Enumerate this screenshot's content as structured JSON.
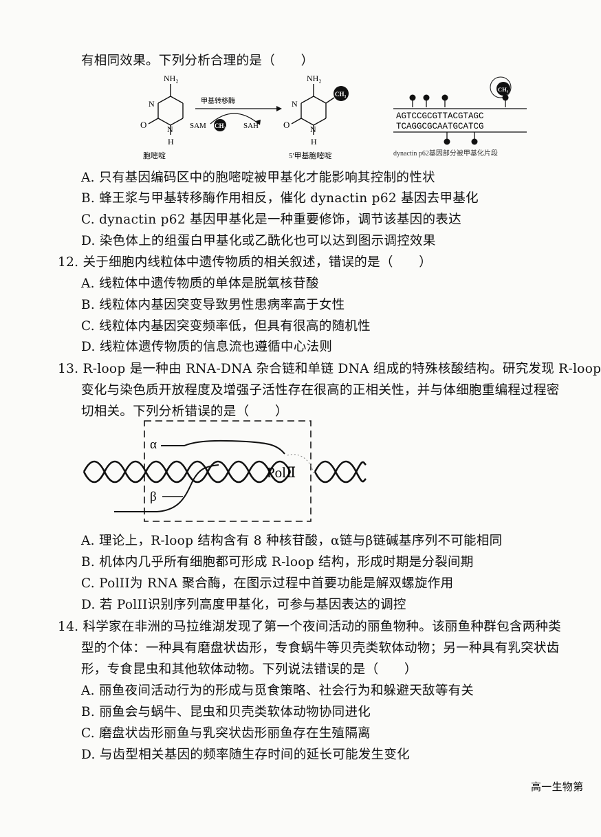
{
  "q11": {
    "stem_end": "有相同效果。下列分析合理的是（　　）",
    "figure": {
      "nh2_left": "NH₂",
      "nh2_right": "NH₂",
      "o_left": "O",
      "o_right": "O",
      "n_labels": [
        "N",
        "N",
        "N",
        "N"
      ],
      "h_left": "H",
      "h_right": "H",
      "enzyme": "甲基转移酶",
      "sam": "SAM",
      "sah": "SAH",
      "ch3": "CH₃",
      "caption_left": "胞嘧啶",
      "caption_mid": "5'甲基胞嘧啶",
      "dna_top": "AGTCCGCGTTACGTAGC",
      "dna_bottom": "TCAGGCGCAATGCATCG",
      "caption_right": "dynactin p62基因部分被甲基化片段"
    },
    "options": [
      "A. 只有基因编码区中的胞嘧啶被甲基化才能影响其控制的性状",
      "B. 蜂王浆与甲基转移酶作用相反，催化 dynactin p62 基因去甲基化",
      "C. dynactin p62 基因甲基化是一种重要修饰，调节该基因的表达",
      "D. 染色体上的组蛋白甲基化或乙酰化也可以达到图示调控效果"
    ]
  },
  "q12": {
    "stem": "12. 关于细胞内线粒体中遗传物质的相关叙述，错误的是（　　）",
    "options": [
      "A. 线粒体中遗传物质的单体是脱氧核苷酸",
      "B. 线粒体内基因突变导致男性患病率高于女性",
      "C. 线粒体内基因突变频率低，但具有很高的随机性",
      "D. 线粒体遗传物质的信息流也遵循中心法则"
    ]
  },
  "q13": {
    "stem_lines": [
      "13. R-loop 是一种由 RNA-DNA 杂合链和单链 DNA 组成的特殊核酸结构。研究发现 R-loop",
      "变化与染色质开放程度及增强子活性存在很高的正相关性，并与体细胞重编程过程密",
      "切相关。下列分析错误的是（　　）"
    ],
    "figure": {
      "alpha": "α",
      "beta": "β",
      "polii": "PolⅡ"
    },
    "options": [
      "A. 理论上，R-loop 结构含有 8 种核苷酸，α链与β链碱基序列不可能相同",
      "B. 机体内几乎所有细胞都可形成 R-loop 结构，形成时期是分裂间期",
      "C. PolII为 RNA 聚合酶，在图示过程中首要功能是解双螺旋作用",
      "D. 若 PolII识别序列高度甲基化，可参与基因表达的调控"
    ]
  },
  "q14": {
    "stem_lines": [
      "14. 科学家在非洲的马拉维湖发现了第一个夜间活动的丽鱼物种。该丽鱼种群包含两种类",
      "型的个体：一种具有磨盘状齿形，专食蜗牛等贝壳类软体动物；另一种具有乳突状齿",
      "形，专食昆虫和其他软体动物。下列说法错误的是（　　）"
    ],
    "options": [
      "A. 丽鱼夜间活动行为的形成与觅食策略、社会行为和躲避天敌等有关",
      "B. 丽鱼会与蜗牛、昆虫和贝壳类软体动物协同进化",
      "C. 磨盘状齿形丽鱼与乳突状齿形丽鱼存在生殖隔离",
      "D. 与齿型相关基因的频率随生存时间的延长可能发生变化"
    ]
  },
  "footer": "高一生物第"
}
